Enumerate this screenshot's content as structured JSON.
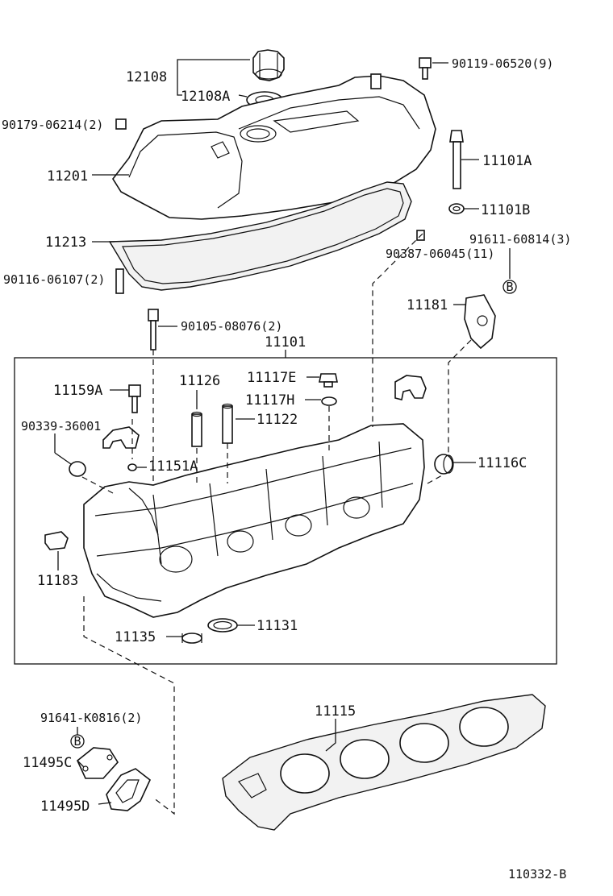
{
  "labels": {
    "p12108": "12108",
    "p12108A": "12108A",
    "p90119": "90119-06520(9)",
    "p90179": "90179-06214(2)",
    "p11201": "11201",
    "p11101A": "11101A",
    "p11101B": "11101B",
    "p11213": "11213",
    "p90387": "90387-06045(11)",
    "p91611": "91611-60814(3)",
    "p90116": "90116-06107(2)",
    "p11181": "11181",
    "p90105": "90105-08076(2)",
    "p11101": "11101",
    "p11159A": "11159A",
    "p11126": "11126",
    "p11117E": "11117E",
    "p11117H": "11117H",
    "p11122": "11122",
    "p90339": "90339-36001",
    "p11151A": "11151A",
    "p11116C": "11116C",
    "p11183": "11183",
    "p11135": "11135",
    "p11131": "11131",
    "p11115": "11115",
    "p91641": "91641-K0816(2)",
    "p11495C": "11495C",
    "p11495D": "11495D",
    "figure_code": "110332-B",
    "ref_b": "B"
  }
}
